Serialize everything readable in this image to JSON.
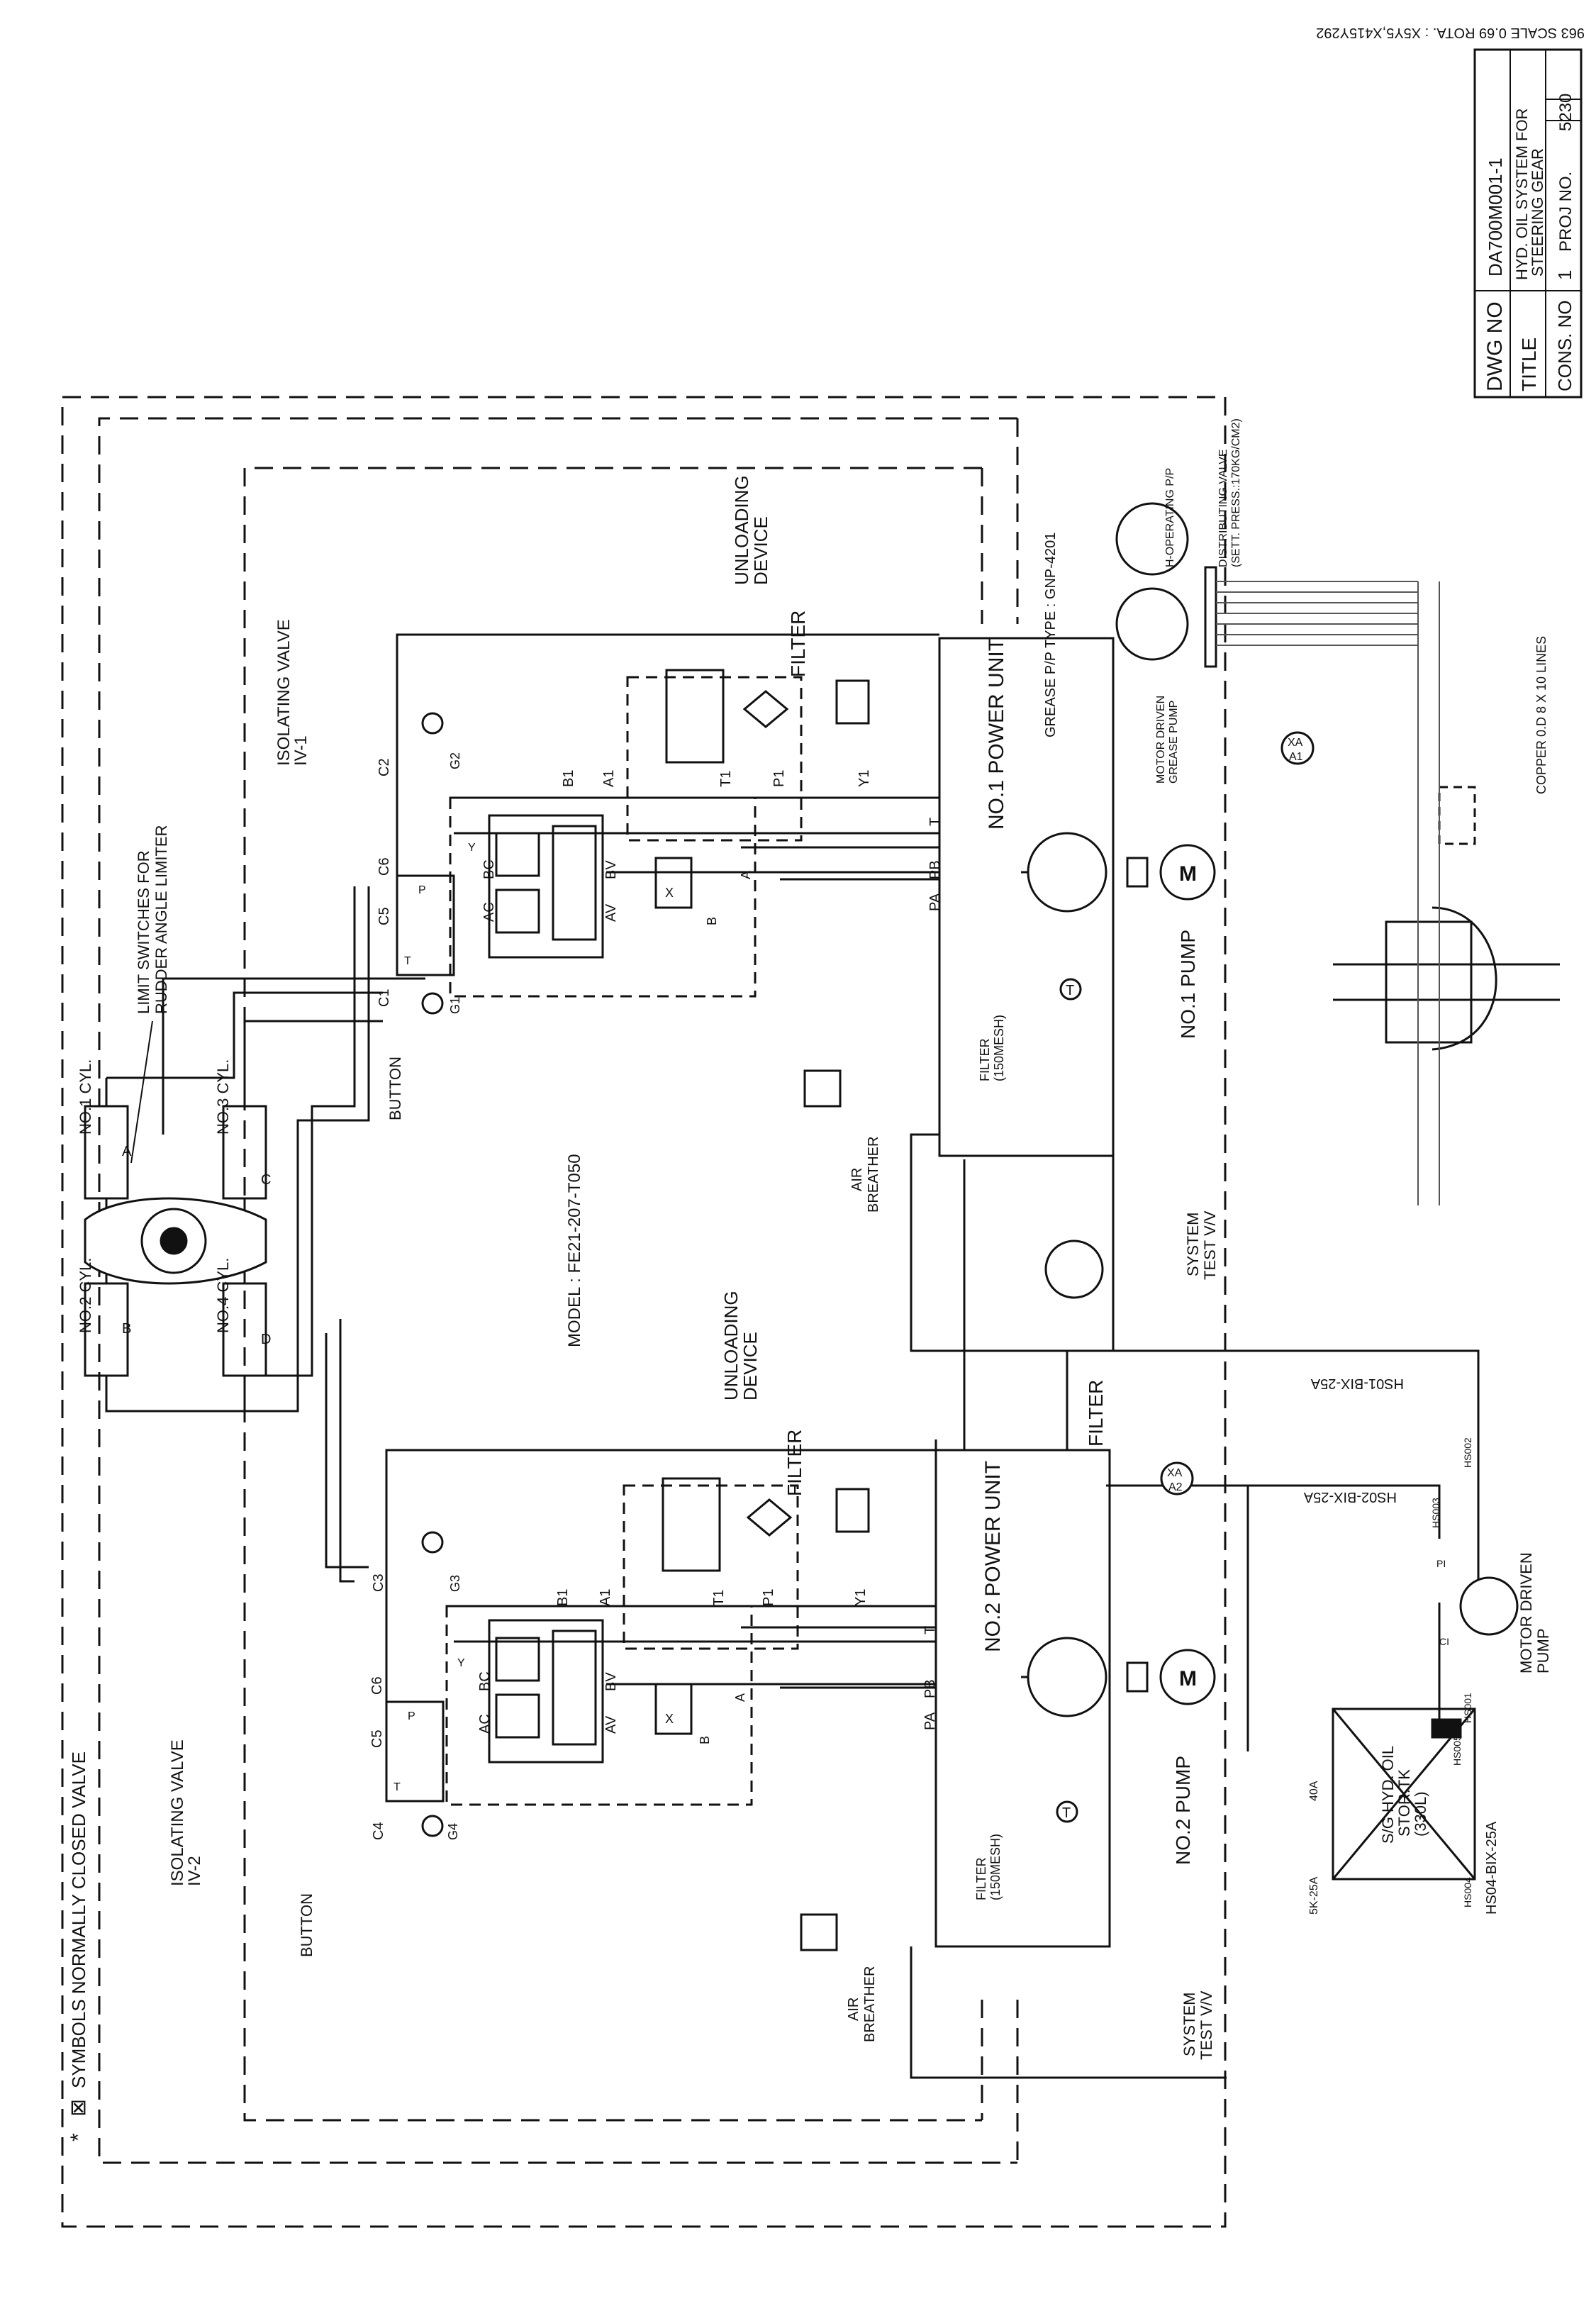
{
  "header": {
    "scale_note": "963 SCALE 0.69 ROTA. : X5Y5,X415Y292"
  },
  "title_block": {
    "dwg_no_label": "DWG NO",
    "dwg_no": "DA700M001-1",
    "title_label": "TITLE",
    "title_line1": "HYD. OIL SYSTEM FOR",
    "title_line2": "STEERING GEAR",
    "cons_no_label": "CONS. NO",
    "cons_no": "1",
    "proj_no_label": "PROJ NO.",
    "proj_no": "5230"
  },
  "legend": {
    "note": "SYMBOLS NORMALLY CLOSED VALVE",
    "star": "*",
    "symbol_tag": "⊠"
  },
  "model": "MODEL : FE21-207-T050",
  "cylinders": {
    "no1": "NO.1 CYL.",
    "no2": "NO.2 CYL.",
    "no3": "NO.3 CYL.",
    "no4": "NO.4 CYL.",
    "port_a": "A",
    "port_b": "B",
    "port_c": "C",
    "port_d": "D"
  },
  "limit_switch": {
    "line1": "LIMIT SWITCHES FOR",
    "line2": "RUDDER ANGLE LIMITER"
  },
  "isolating_valve_1": {
    "line1": "ISOLATING VALVE",
    "line2": "IV-1"
  },
  "isolating_valve_2": {
    "line1": "ISOLATING VALVE",
    "line2": "IV-2"
  },
  "button_label": "BUTTON",
  "unloading_device": {
    "line1": "UNLOADING",
    "line2": "DEVICE"
  },
  "filter_label": "FILTER",
  "filter_mesh": {
    "line1": "FILTER",
    "line2": "(150MESH)"
  },
  "air_breather": {
    "line1": "AIR",
    "line2": "BREATHER"
  },
  "system_test": {
    "line1": "SYSTEM",
    "line2": "TEST V/V"
  },
  "power_unit_1": "NO.1 POWER UNIT",
  "power_unit_2": "NO.2 POWER UNIT",
  "pump_1": "NO.1 PUMP",
  "pump_2": "NO.2 PUMP",
  "grease_pp_type": "GREASE P/P TYPE : GNP-4201",
  "h_operating": "H-OPERATING P/P",
  "distributing_valve": {
    "line1": "DISTRIBUTING VALVE",
    "line2": "(SETT. PRESS.:170KG/CM2)"
  },
  "motor_grease_pump": {
    "line1": "MOTOR DRIVEN",
    "line2": "GREASE PUMP"
  },
  "copper_lines": "COPPER 0.D 8 X 10 LINES",
  "alarms": {
    "xa1_top": "XA",
    "xa1_bot": "A1",
    "xa2_top": "XA",
    "xa2_bot": "A2"
  },
  "pipes": {
    "hs01": "HS01-BIX-25A",
    "hs02": "HS02-BIX-25A",
    "hs04": "HS04-BIX-25A"
  },
  "valve_tags": {
    "hs001": "HS001",
    "hs002": "HS002",
    "hs003": "HS003",
    "hs004": "HS004",
    "hs005": "HS005"
  },
  "motor_driven_pump": {
    "line1": "MOTOR DRIVEN",
    "line2": "PUMP"
  },
  "storage_tank": {
    "line1": "S/G HYD. OIL",
    "line2": "STOR.TK",
    "line3": "(330L)"
  },
  "tank_pipes": {
    "a": "5K-25A",
    "b": "40A"
  },
  "gauges": {
    "g1": "G1",
    "g2": "G2",
    "g3": "G3",
    "g4": "G4",
    "pi": "PI",
    "ci": "CI"
  },
  "ports": {
    "c1": "C1",
    "c2": "C2",
    "c3": "C3",
    "c4": "C4",
    "c5": "C5",
    "c6": "C6",
    "ac": "AC",
    "bc": "BC",
    "av": "AV",
    "bv": "BV",
    "a1": "A1",
    "b1": "B1",
    "t1": "T1",
    "p1": "P1",
    "y1": "Y1",
    "x": "X",
    "y": "Y",
    "t": "T",
    "p": "P",
    "pa": "PA",
    "pb": "PB",
    "a": "A",
    "b": "B",
    "m": "M",
    "temp": "T"
  }
}
